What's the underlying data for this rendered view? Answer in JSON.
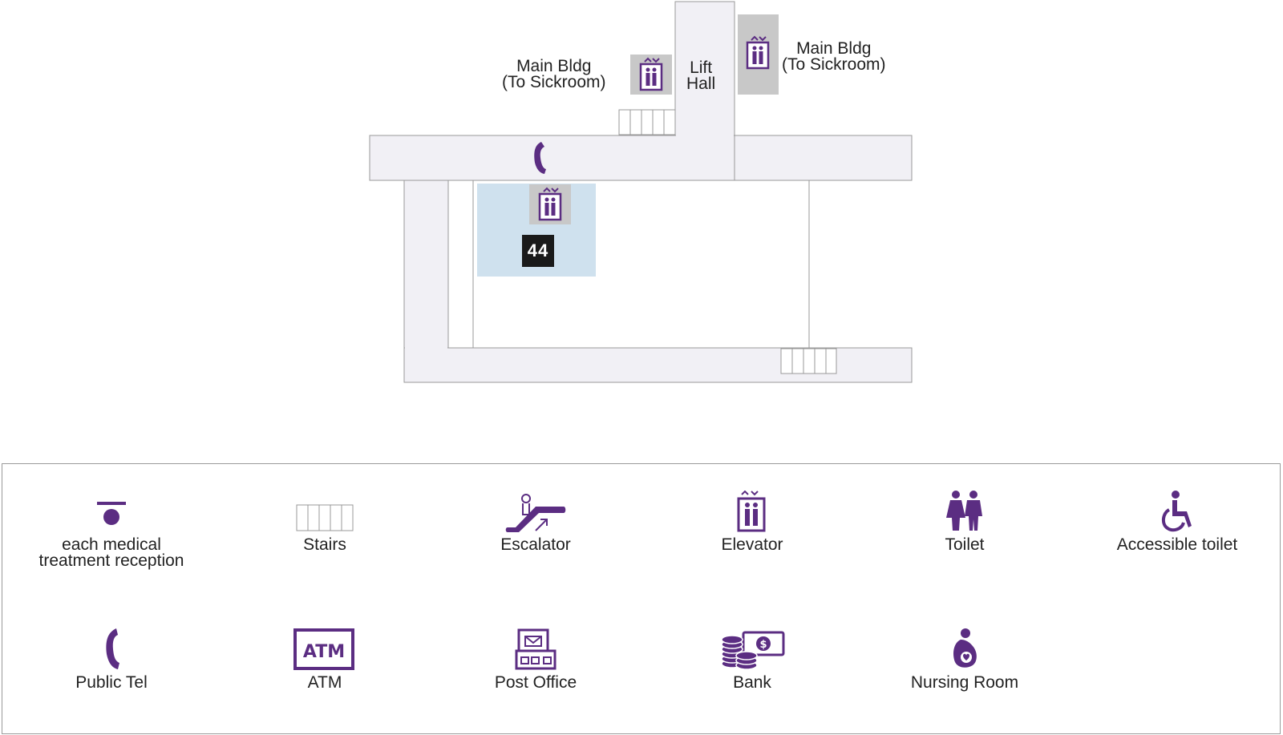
{
  "map": {
    "labels": {
      "main_bldg_left": [
        "Main Bldg",
        "(To Sickroom)"
      ],
      "lift_hall": [
        "Lift",
        "Hall"
      ],
      "main_bldg_right": [
        "Main Bldg",
        "(To Sickroom)"
      ]
    },
    "room_number": "44",
    "colors": {
      "corridor": "#f1f0f5",
      "corridor_border": "#999999",
      "highlight_area": "#cfe1ee",
      "elevator_bg": "#c8c8c8",
      "icon_purple": "#5b2d82"
    }
  },
  "legend": {
    "row1": [
      {
        "icon": "reception-icon",
        "label": [
          "each medical",
          "treatment reception"
        ]
      },
      {
        "icon": "stairs-icon",
        "label": [
          "Stairs"
        ]
      },
      {
        "icon": "escalator-icon",
        "label": [
          "Escalator"
        ]
      },
      {
        "icon": "elevator-icon",
        "label": [
          "Elevator"
        ]
      },
      {
        "icon": "toilet-icon",
        "label": [
          "Toilet"
        ]
      },
      {
        "icon": "accessible-toilet-icon",
        "label": [
          "Accessible toilet"
        ]
      }
    ],
    "row2": [
      {
        "icon": "public-tel-icon",
        "label": [
          "Public Tel"
        ]
      },
      {
        "icon": "atm-icon",
        "label": [
          "ATM"
        ]
      },
      {
        "icon": "post-office-icon",
        "label": [
          "Post Office"
        ]
      },
      {
        "icon": "bank-icon",
        "label": [
          "Bank"
        ]
      },
      {
        "icon": "nursing-room-icon",
        "label": [
          "Nursing Room"
        ]
      }
    ]
  }
}
